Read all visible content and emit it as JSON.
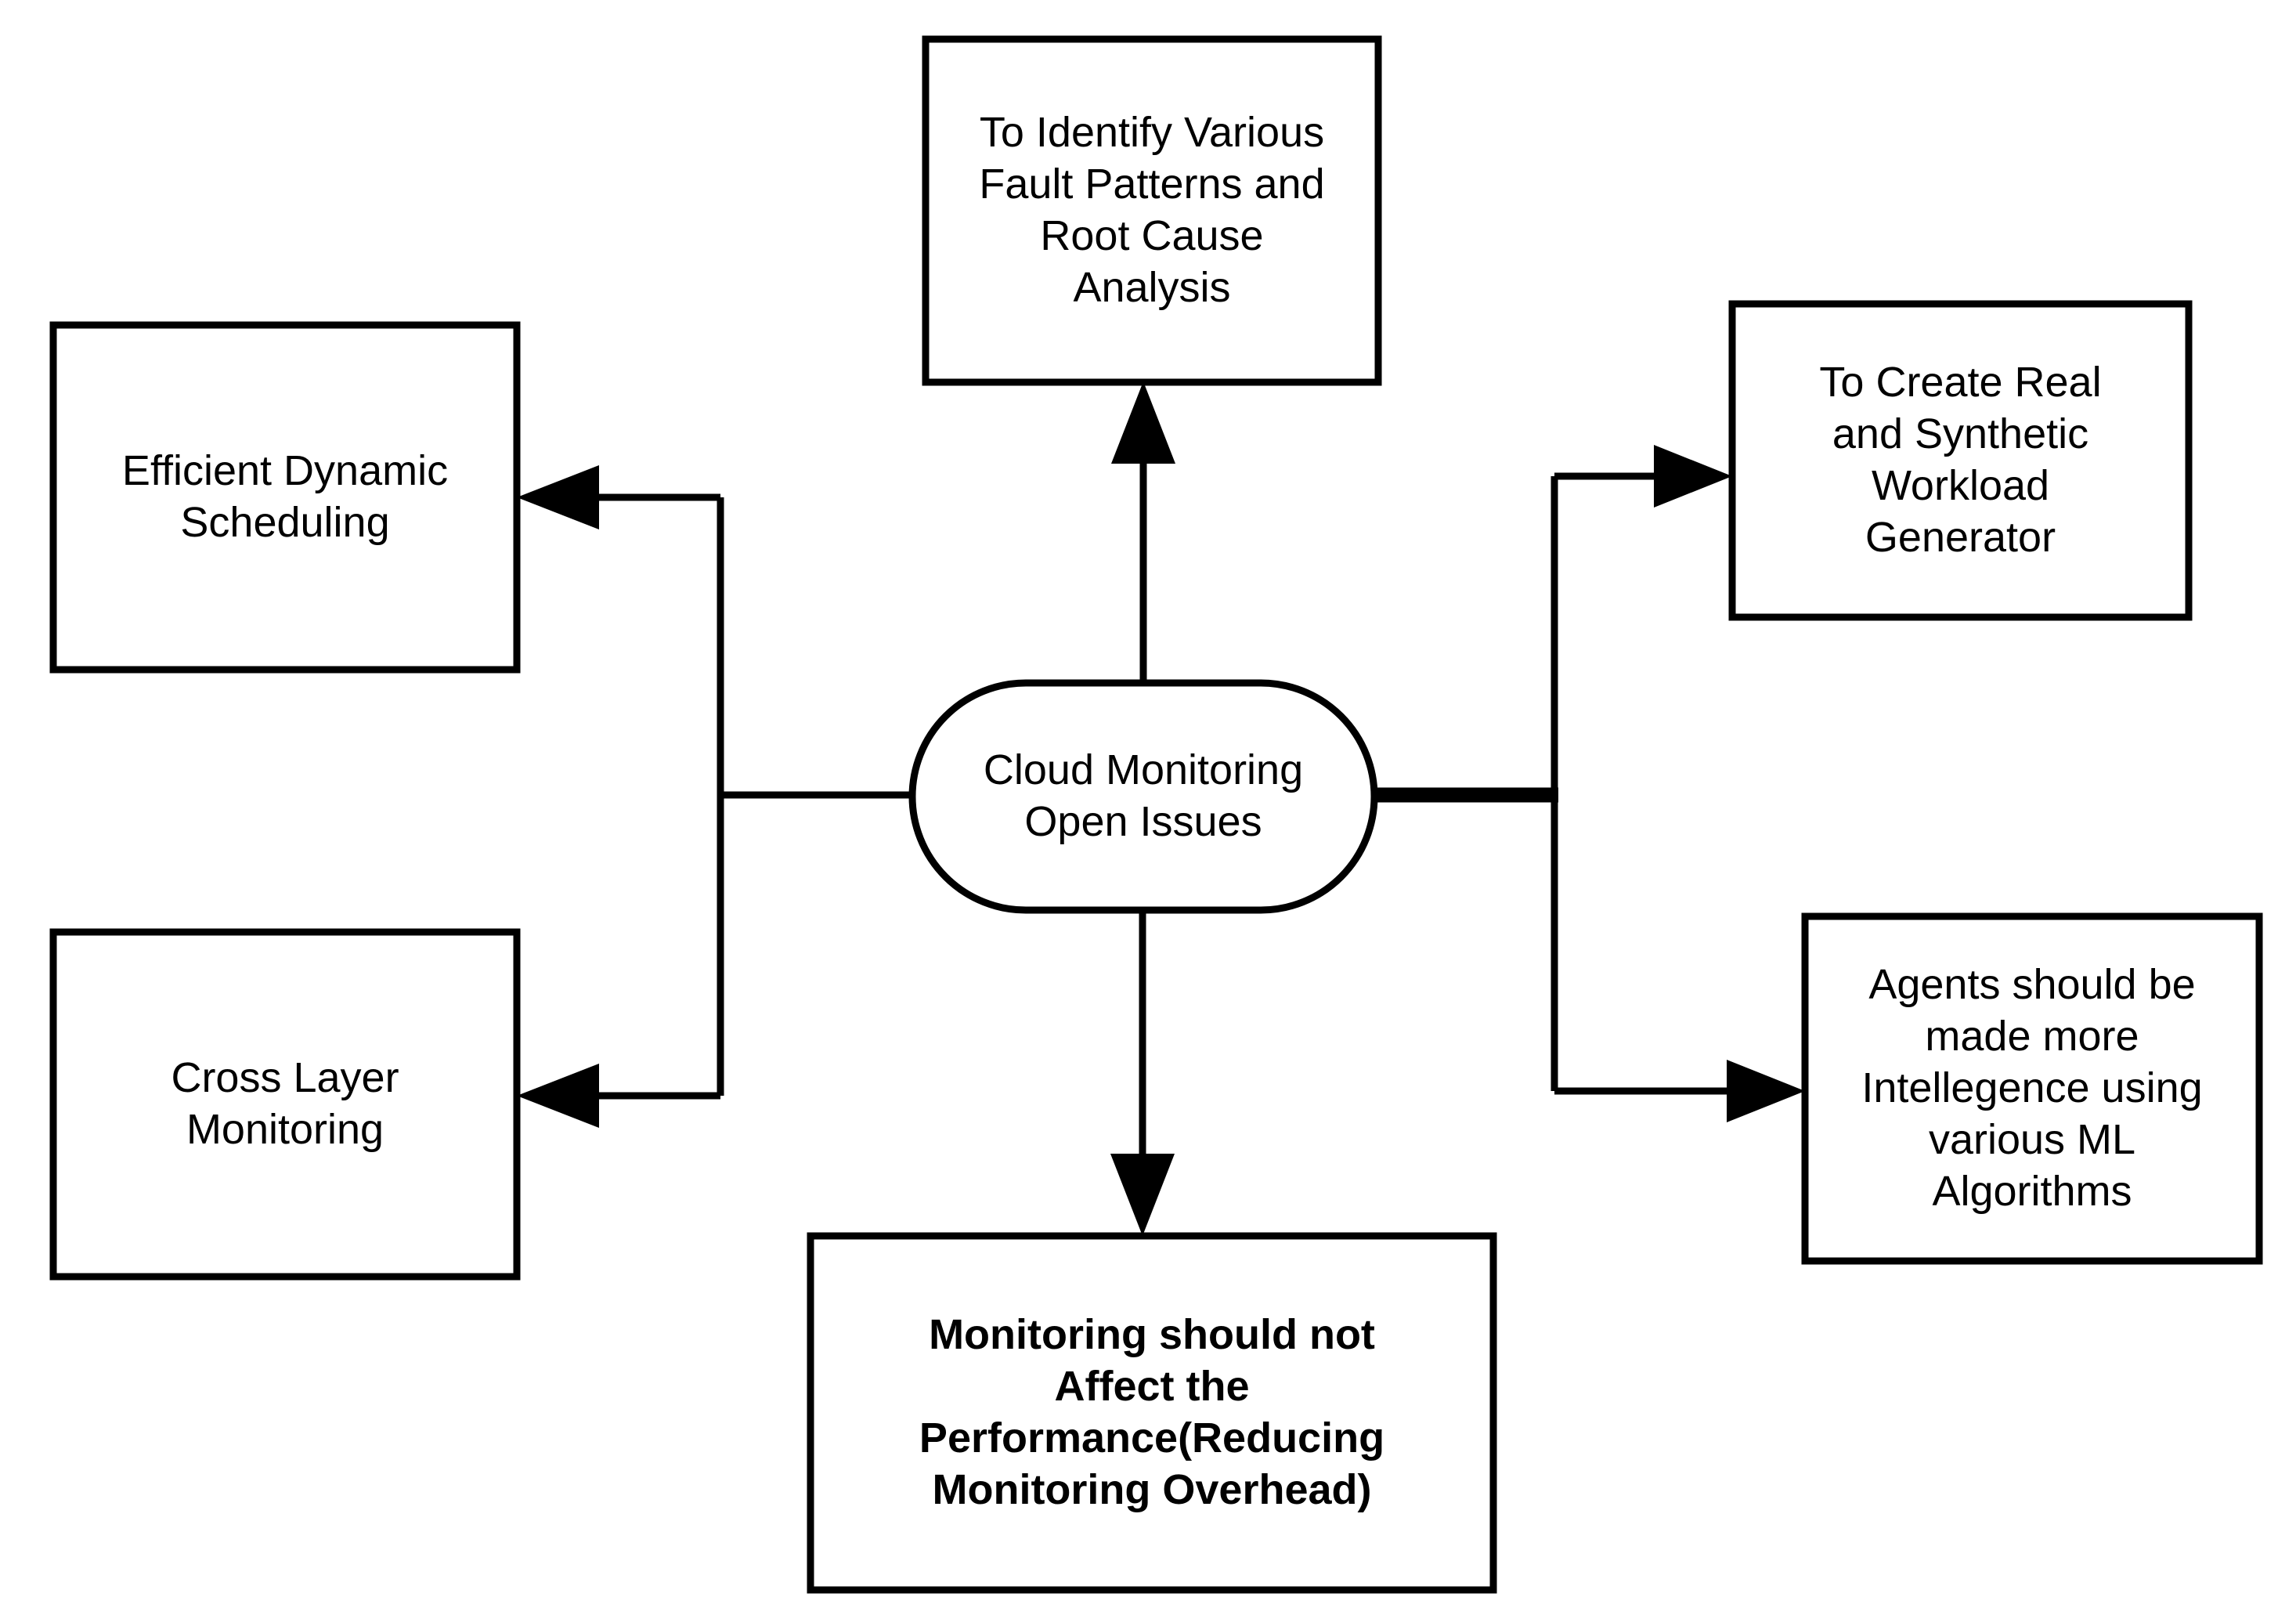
{
  "diagram": {
    "type": "radial-hub-and-spoke",
    "background_color": "#ffffff",
    "line_color": "#000000",
    "text_color": "#000000",
    "center": {
      "id": "cloud-monitoring-open-issues",
      "shape": "rounded-stadium",
      "label": "Cloud Monitoring\nOpen Issues",
      "bold": false
    },
    "nodes": [
      {
        "id": "identify-fault-patterns",
        "shape": "rectangle",
        "position": "top-center",
        "label": "To Identify Various\nFault Patterns and\nRoot Cause\nAnalysis",
        "bold": false
      },
      {
        "id": "efficient-dynamic-scheduling",
        "shape": "rectangle",
        "position": "top-left",
        "label": "Efficient Dynamic\nScheduling",
        "bold": false
      },
      {
        "id": "cross-layer-monitoring",
        "shape": "rectangle",
        "position": "bottom-left",
        "label": "Cross Layer\nMonitoring",
        "bold": false
      },
      {
        "id": "workload-generator",
        "shape": "rectangle",
        "position": "top-right",
        "label": "To Create Real\nand Synthetic\nWorkload\nGenerator",
        "bold": false
      },
      {
        "id": "intelligent-agents-ml",
        "shape": "rectangle",
        "position": "bottom-right",
        "label": "Agents should be\nmade more\nIntellegence using\nvarious ML\nAlgorithms",
        "bold": false
      },
      {
        "id": "monitoring-overhead",
        "shape": "rectangle",
        "position": "bottom-center",
        "label": "Monitoring should not\nAffect the\nPerformance(Reducing\nMonitoring Overhead)",
        "bold": true
      }
    ],
    "edges": [
      {
        "from": "cloud-monitoring-open-issues",
        "to": "identify-fault-patterns",
        "direction": "up",
        "arrow": true
      },
      {
        "from": "cloud-monitoring-open-issues",
        "to": "monitoring-overhead",
        "direction": "down",
        "arrow": true
      },
      {
        "from": "cloud-monitoring-open-issues",
        "to": "efficient-dynamic-scheduling",
        "direction": "left-branch-up",
        "arrow": true
      },
      {
        "from": "cloud-monitoring-open-issues",
        "to": "cross-layer-monitoring",
        "direction": "left-branch-down",
        "arrow": true
      },
      {
        "from": "cloud-monitoring-open-issues",
        "to": "workload-generator",
        "direction": "right-branch-up",
        "arrow": true
      },
      {
        "from": "cloud-monitoring-open-issues",
        "to": "intelligent-agents-ml",
        "direction": "right-branch-down",
        "arrow": true
      }
    ]
  }
}
